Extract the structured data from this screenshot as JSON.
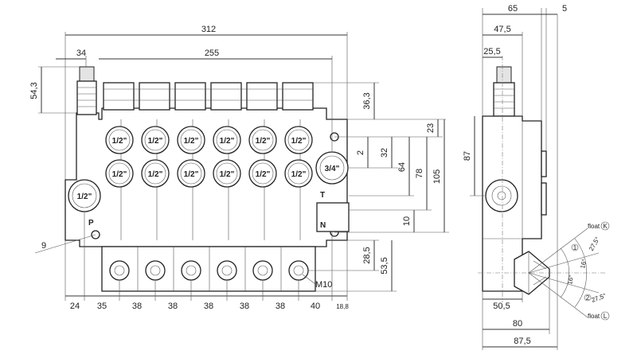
{
  "port_labels": {
    "work_port": "1/2\"",
    "pressure_port": "1/2\"",
    "return_port": "3/4\"",
    "p": "P",
    "t": "T",
    "n": "N",
    "thread": "M10"
  },
  "dims_top": {
    "overall": "312",
    "bank": "255",
    "offset": "34"
  },
  "dims_left": {
    "height": "54,3"
  },
  "dims_right": {
    "d36": "36,3",
    "d23": "23",
    "d2": "2",
    "d32": "32",
    "d64": "64",
    "d78": "78",
    "d105": "105",
    "d10": "10",
    "d28": "28,5",
    "d53": "53,5"
  },
  "dims_bottom": {
    "first": "24",
    "second": "35",
    "pitch": "38",
    "last": "40",
    "tail": "18,8"
  },
  "callout": "9",
  "side_dims": {
    "d65": "65",
    "d5": "5",
    "d47": "47,5",
    "d25": "25,5",
    "d87": "87",
    "d50": "50,5",
    "d80": "80",
    "d87b": "87,5"
  },
  "lever": {
    "float_top": "float",
    "float_bottom": "float",
    "circle_k": "K",
    "circle_l": "L",
    "num_1": "1",
    "num_2": "2",
    "a1": "27,5°",
    "a2": "16°",
    "a3": "16°",
    "a4": "27,5°"
  }
}
